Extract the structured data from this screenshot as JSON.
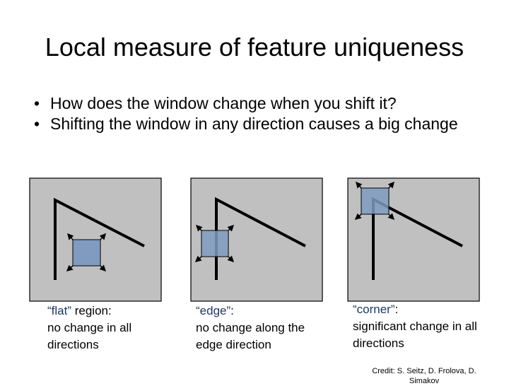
{
  "slide": {
    "title": "Local measure of feature uniqueness",
    "bullets": [
      "How does the window change when you shift it?",
      "Shifting the window in any direction causes a big change"
    ]
  },
  "panels": [
    {
      "quoted": "“flat”",
      "rest": " region:",
      "caption": "no change in all directions"
    },
    {
      "quoted": "“edge”",
      "rest": ":",
      "caption": "no change along the edge direction"
    },
    {
      "quoted": "“corner”",
      "rest": ":",
      "caption": "significant change in all directions"
    }
  ],
  "credit": "Credit: S. Seitz, D. Frolova, D. Simakov",
  "colors": {
    "panel_bg": "#c0c0c0",
    "window_fill": "#7f9bbf",
    "quote_text": "#1f3864"
  }
}
